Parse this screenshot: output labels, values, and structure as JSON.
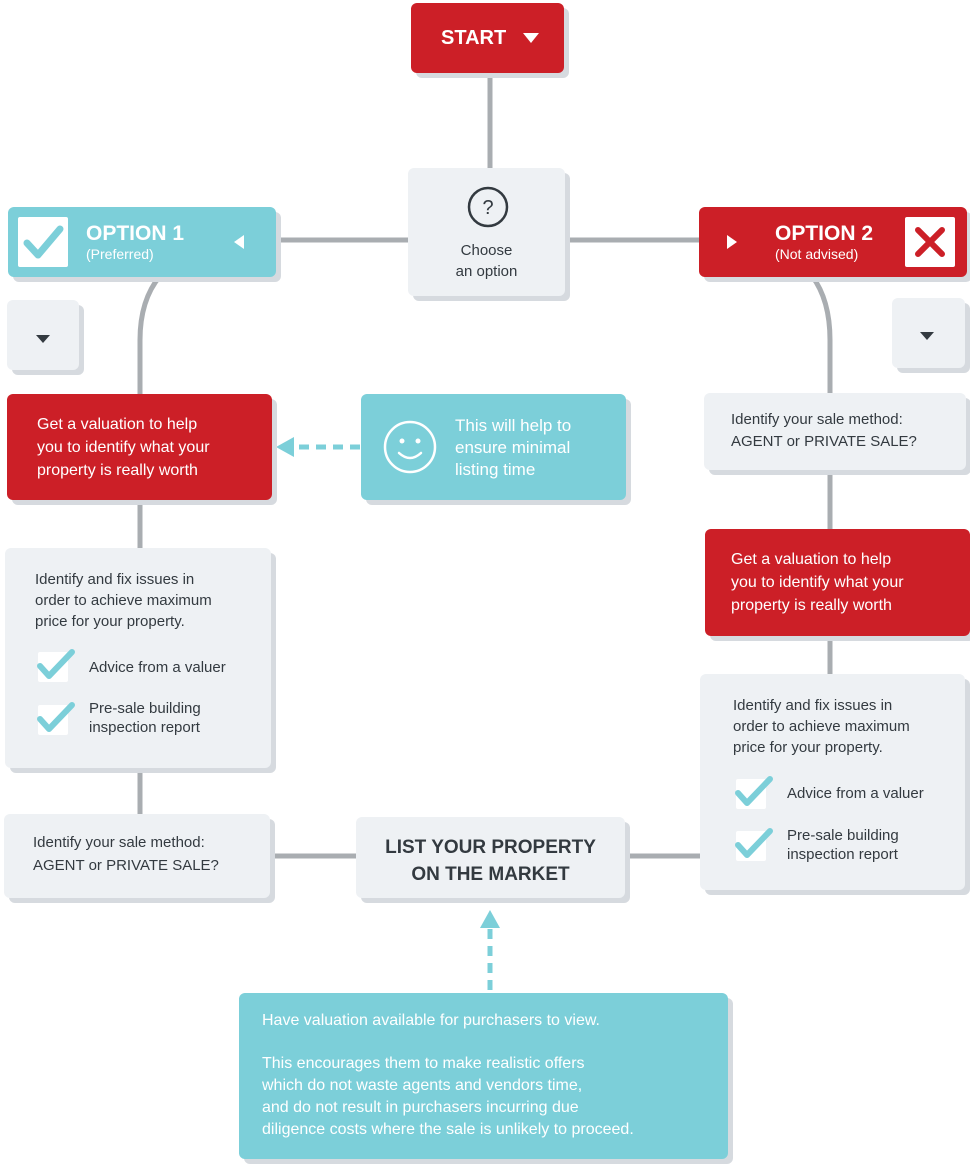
{
  "start": {
    "label": "START"
  },
  "choose": {
    "line1": "Choose",
    "line2": "an option",
    "icon": "question-circle-icon"
  },
  "option1": {
    "title": "OPTION 1",
    "subtitle": "(Preferred)",
    "icon": "check-icon"
  },
  "option2": {
    "title": "OPTION 2",
    "subtitle": "(Not advised)",
    "icon": "x-icon"
  },
  "smiley_note": {
    "line1": "This will help to",
    "line2": "ensure minimal",
    "line3": "listing time",
    "icon": "smiley-icon"
  },
  "left": {
    "valuation": {
      "line1": "Get a valuation to help",
      "line2": "you to identify what your",
      "line3": "property is really worth"
    },
    "fix": {
      "line1": "Identify and fix issues in",
      "line2": "order to achieve maximum",
      "line3": "price for your property.",
      "item1": "Advice from a valuer",
      "item2a": "Pre-sale building",
      "item2b": "inspection report"
    },
    "method": {
      "line1": "Identify your sale method:",
      "line2": "AGENT or PRIVATE SALE?"
    }
  },
  "right": {
    "method": {
      "line1": "Identify your sale method:",
      "line2": "AGENT or PRIVATE SALE?"
    },
    "valuation": {
      "line1": "Get a valuation to help",
      "line2": "you to identify what your",
      "line3": "property is really worth"
    },
    "fix": {
      "line1": "Identify and fix issues in",
      "line2": "order to achieve maximum",
      "line3": "price for your property.",
      "item1": "Advice from a valuer",
      "item2a": "Pre-sale building",
      "item2b": "inspection report"
    }
  },
  "list": {
    "line1": "LIST YOUR PROPERTY",
    "line2": "ON THE MARKET"
  },
  "bottom_note": {
    "line1": "Have valuation available for purchasers to view.",
    "line2": "This encourages them to make realistic offers",
    "line3": "which do not waste agents and vendors time,",
    "line4": "and do not result in purchasers incurring due",
    "line5": "diligence costs where the sale is unlikely to proceed."
  },
  "colors": {
    "red": "#cc1f27",
    "teal": "#7ccfd9",
    "grey_box": "#eef1f4",
    "connector": "#a9adb1"
  }
}
